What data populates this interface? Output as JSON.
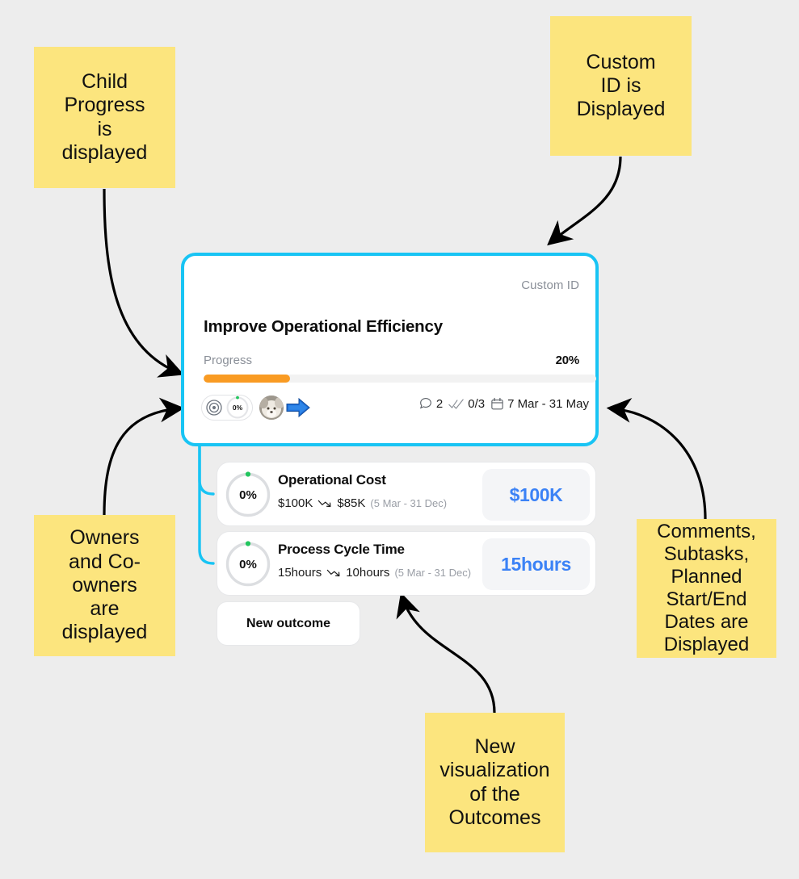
{
  "theme": {
    "background": "#ededed",
    "note_bg": "#FCE57E",
    "card_border": "#18C4F4",
    "progress_fill": "#F99B23",
    "badge_text": "#3B82F6",
    "muted_text": "#8a8f98"
  },
  "notes": [
    {
      "id": "child-progress",
      "text": "Child\nProgress\nis\ndisplayed"
    },
    {
      "id": "custom-id",
      "text": "Custom\nID is\nDisplayed"
    },
    {
      "id": "owners",
      "text": "Owners\nand Co-\nowners\nare\ndisplayed"
    },
    {
      "id": "comments",
      "text": "Comments,\nSubtasks,\nPlanned\nStart/End\nDates are\nDisplayed"
    },
    {
      "id": "new-visual",
      "text": "New\nvisualization\nof the\nOutcomes"
    }
  ],
  "goal_card": {
    "custom_id_label": "Custom ID",
    "title": "Improve Operational Efficiency",
    "progress": {
      "label": "Progress",
      "value_label": "20%",
      "percent": 22
    },
    "owners": {
      "child_progress_label": "0%",
      "target_icon": "target-icon",
      "avatar_icon": "dog-avatar",
      "coowner_icon": "blue-arrow-avatar"
    },
    "meta": {
      "comments_icon": "comment-icon",
      "comments_count": "2",
      "subtasks_icon": "double-check-icon",
      "subtasks_count": "0/3",
      "dates_icon": "calendar-icon",
      "dates": "7 Mar - 31 May"
    }
  },
  "outcomes": [
    {
      "progress_label": "0%",
      "name": "Operational Cost",
      "start_value": "$100K",
      "target_value": "$85K",
      "dates": "(5 Mar - 31 Dec)",
      "badge_value": "$100K"
    },
    {
      "progress_label": "0%",
      "name": "Process Cycle Time",
      "start_value": "15hours",
      "target_value": "10hours",
      "dates": "(5 Mar - 31 Dec)",
      "badge_value": "15hours"
    }
  ],
  "actions": {
    "new_outcome_label": "New outcome"
  }
}
